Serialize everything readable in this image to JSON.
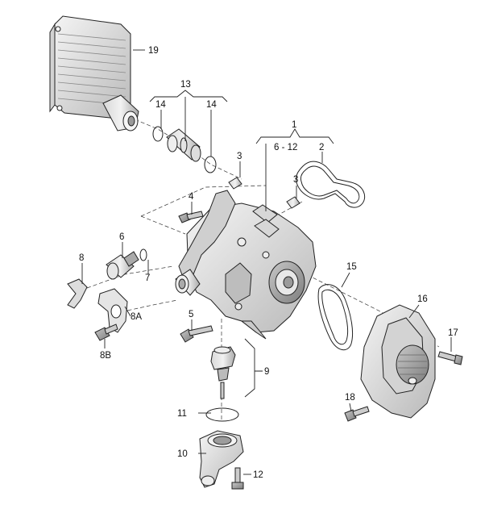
{
  "diagram": {
    "part_labels": {
      "p1": "1",
      "p2": "2",
      "p3a": "3",
      "p3b": "3",
      "p4": "4",
      "p5": "5",
      "p6": "6",
      "p6_12": "6 - 12",
      "p7": "7",
      "p8": "8",
      "p8a": "8A",
      "p8b": "8B",
      "p9": "9",
      "p10": "10",
      "p11": "11",
      "p12": "12",
      "p13": "13",
      "p14a": "14",
      "p14b": "14",
      "p15": "15",
      "p16": "16",
      "p17": "17",
      "p18": "18",
      "p19": "19"
    },
    "colors": {
      "part_fill": "#e9e9e9",
      "part_shade": "#bdbdbd",
      "part_dark": "#8a8a8a",
      "line": "#222222"
    }
  }
}
